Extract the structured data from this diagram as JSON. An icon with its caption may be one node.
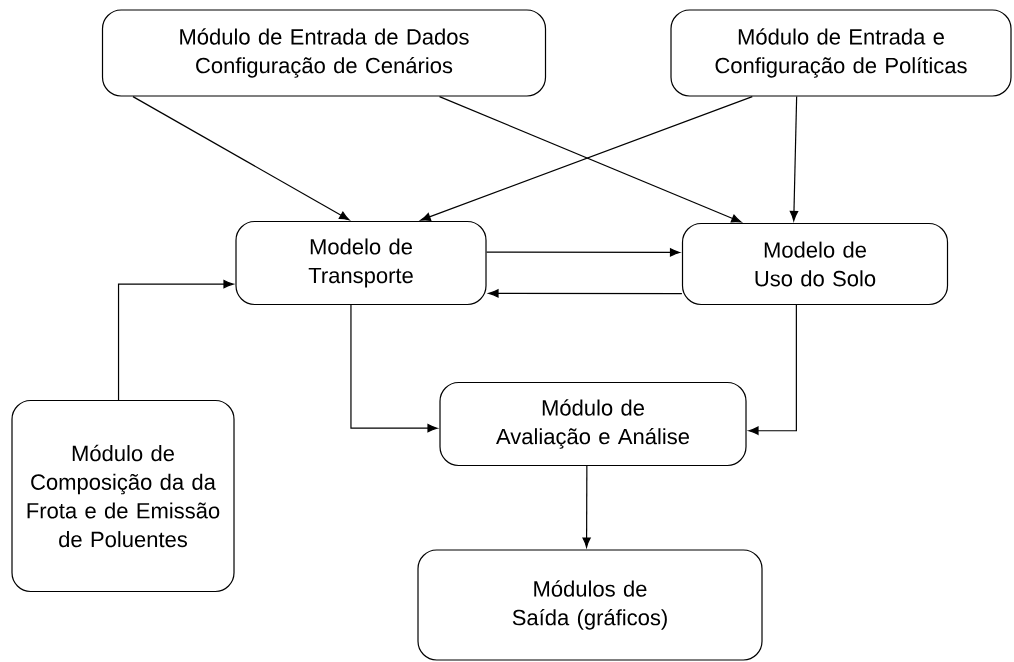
{
  "diagram": {
    "nodes": [
      {
        "text": [
          "Módulo de Entrada de Dados Configuração de Cenários"
        ]
      },
      {
        "text": [
          "Módulo de Entrada e Configuração de Políticas"
        ]
      },
      {
        "text": [
          "Modelo de Transporte"
        ]
      },
      {
        "text": [
          "Modelo de Uso do Solo"
        ]
      },
      {
        "text": [
          "Módulo de Avaliação e Análise"
        ]
      },
      {
        "text": [
          "Módulo de Composição da da Frota e de Emissão de Poluentes"
        ]
      },
      {
        "text": [
          "Módulos de Saída (gráficos)"
        ]
      }
    ],
    "edges": [
      {
        "from": 0,
        "to": 2,
        "arrow": "to"
      },
      {
        "from": 0,
        "to": 3,
        "arrow": "to"
      },
      {
        "from": 1,
        "to": 2,
        "arrow": "to"
      },
      {
        "from": 1,
        "to": 3,
        "arrow": "to"
      },
      {
        "from": 2,
        "to": 3,
        "arrow": "to"
      },
      {
        "from": 3,
        "to": 2,
        "arrow": "to"
      },
      {
        "from": 5,
        "to": 2,
        "arrow": "to"
      },
      {
        "from": 2,
        "to": 4,
        "arrow": "to"
      },
      {
        "from": 3,
        "to": 4,
        "arrow": "to"
      },
      {
        "from": 4,
        "to": 6,
        "arrow": "to"
      }
    ]
  }
}
